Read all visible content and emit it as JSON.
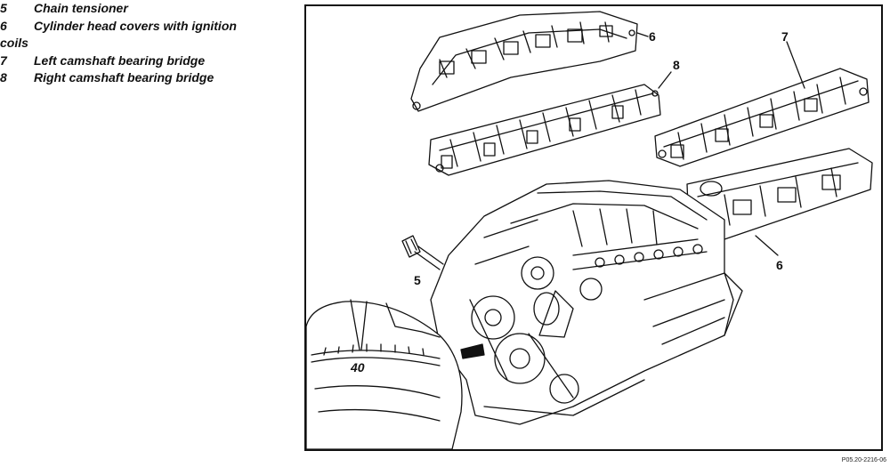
{
  "legend": {
    "items": [
      {
        "number": "5",
        "text": "Chain tensioner"
      },
      {
        "number": "6",
        "text": "Cylinder head covers with ignition",
        "continuation": "coils"
      },
      {
        "number": "7",
        "text": "Left camshaft bearing bridge"
      },
      {
        "number": "8",
        "text": "Right camshaft bearing bridge"
      }
    ]
  },
  "figure": {
    "callouts": {
      "c6_top": "6",
      "c8": "8",
      "c7": "7",
      "c5": "5",
      "c6_bottom": "6"
    },
    "scale_label": "40",
    "figure_code": "P05.20-2216-06"
  }
}
